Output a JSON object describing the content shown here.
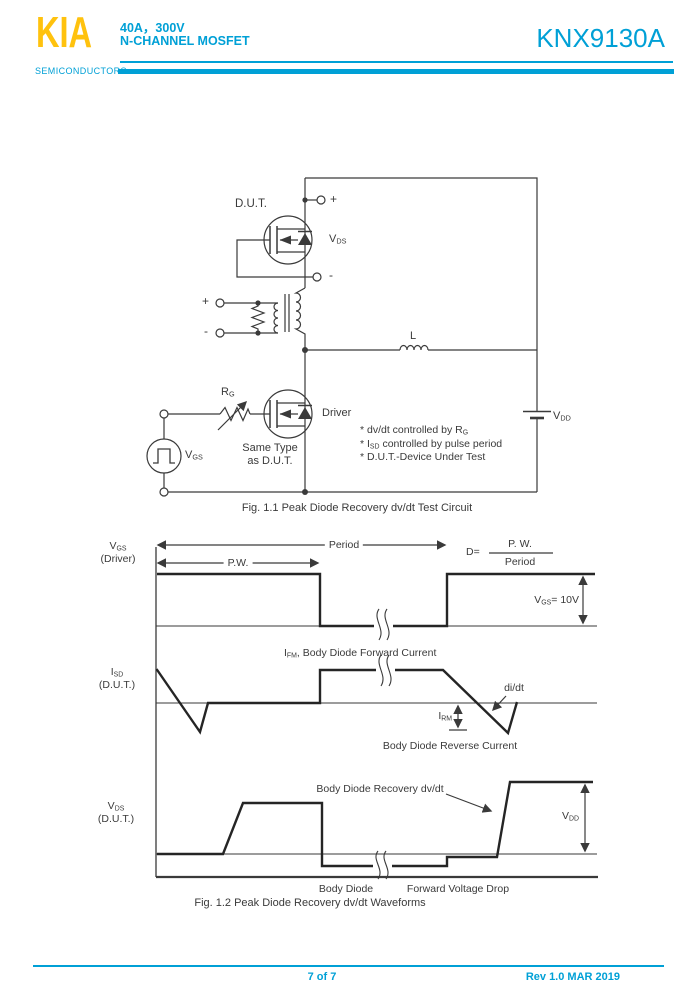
{
  "header": {
    "logo_text": "KIA",
    "logo_subtext": "SEMICONDUCTORS",
    "rating_line": "40A，300V",
    "type_line": "N-CHANNEL MOSFET",
    "part_number": "KNX9130A",
    "accent_color": "#00A0D6",
    "logo_color": "#FFC20E"
  },
  "circuit": {
    "caption": "Fig. 1.1 Peak Diode Recovery dv/dt Test Circuit",
    "dut_label": "D.U.T.",
    "plus_terminal": "+",
    "minus_terminal": "-",
    "vds_label": "V~DS~",
    "sense_plus": "+",
    "sense_minus": "-",
    "rg_label": "R~G~",
    "driver_label": "Driver",
    "same_type_line1": "Same Type",
    "same_type_line2": "as D.U.T.",
    "vgs_label": "V~GS~",
    "inductor_label": "L",
    "vdd_label": "V~DD~",
    "notes": [
      "* dv/dt controlled by R~G~",
      "* I~SD~ controlled by pulse period",
      "* D.U.T.-Device Under Test"
    ]
  },
  "waveforms": {
    "caption": "Fig. 1.2 Peak Diode Recovery dv/dt Waveforms",
    "vgs": {
      "axis_line1": "V~GS~",
      "axis_line2": "(Driver)",
      "period_label": "Period",
      "pw_label": "P.W.",
      "duty_lhs": "D=",
      "duty_numerator": "P. W.",
      "duty_denominator": "Period",
      "level_label": "V~GS~= 10V"
    },
    "isd": {
      "axis_line1": "I~SD~",
      "axis_line2": "(D.U.T.)",
      "forward_label": "I~FM~, Body Diode Forward Current",
      "didt_label": "di/dt",
      "irm_label": "I~RM~",
      "reverse_label": "Body Diode Reverse Current"
    },
    "vds": {
      "axis_line1": "V~DS~",
      "axis_line2": "(D.U.T.)",
      "recovery_label": "Body Diode Recovery dv/dt",
      "vdd_label": "V~DD~",
      "body_diode_label": "Body Diode",
      "forward_drop_label": "Forward Voltage Drop"
    }
  },
  "footer": {
    "page_indicator": "7 of 7",
    "revision": "Rev 1.0 MAR 2019"
  }
}
